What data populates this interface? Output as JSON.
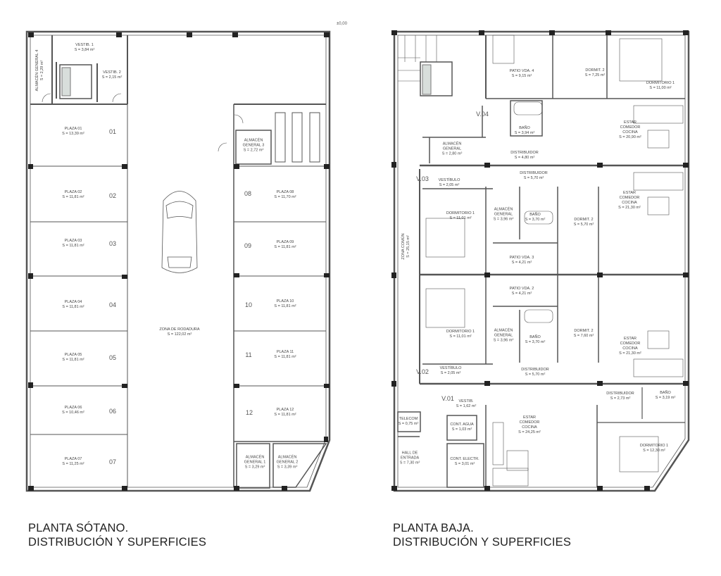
{
  "level_mark": "±0,00",
  "basement": {
    "title_line1": "PLANTA SÓTANO.",
    "title_line2": "DISTRIBUCIÓN Y SUPERFICIES",
    "rooms": {
      "almacen4": {
        "name": "ALMACÉN GENERAL 4",
        "area": "S = 2,29 m²"
      },
      "vestib1": {
        "name": "VESTIB. 1",
        "area": "S = 3,84 m²"
      },
      "vestib2": {
        "name": "VESTIB. 2",
        "area": "S = 2,15 m²"
      },
      "almacen3": {
        "name": "ALMACÉN GENERAL 3",
        "area": "S = 2,72 m²"
      },
      "almacen1": {
        "name": "ALMACÉN GENERAL 1",
        "area": "S = 3,29 m²"
      },
      "almacen2": {
        "name": "ALMACÉN GENERAL 2",
        "area": "S = 3,39 m²"
      },
      "rodadura": {
        "name": "ZONA DE RODADURA",
        "area": "S = 122,02 m²"
      }
    },
    "plazas": [
      {
        "num": "01",
        "name": "PLAZA 01",
        "area": "S = 13,39 m²"
      },
      {
        "num": "02",
        "name": "PLAZA 02",
        "area": "S = 11,81 m²"
      },
      {
        "num": "03",
        "name": "PLAZA 03",
        "area": "S = 11,81 m²"
      },
      {
        "num": "04",
        "name": "PLAZA 04",
        "area": "S = 11,81 m²"
      },
      {
        "num": "05",
        "name": "PLAZA 05",
        "area": "S = 11,81 m²"
      },
      {
        "num": "06",
        "name": "PLAZA 06",
        "area": "S = 10,46 m²"
      },
      {
        "num": "07",
        "name": "PLAZA 07",
        "area": "S = 11,25 m²"
      },
      {
        "num": "08",
        "name": "PLAZA 08",
        "area": "S = 11,70 m²"
      },
      {
        "num": "09",
        "name": "PLAZA 09",
        "area": "S = 11,81 m²"
      },
      {
        "num": "10",
        "name": "PLAZA 10",
        "area": "S = 11,81 m²"
      },
      {
        "num": "11",
        "name": "PLAZA 11",
        "area": "S = 11,81 m²"
      },
      {
        "num": "12",
        "name": "PLAZA 12",
        "area": "S = 11,81 m²"
      }
    ]
  },
  "ground": {
    "title_line1": "PLANTA BAJA.",
    "title_line2": "DISTRIBUCIÓN Y SUPERFICIES",
    "tags": {
      "v04": "V.04",
      "v03": "V.03",
      "v02": "V.02",
      "v01": "V.01"
    },
    "v4": {
      "patio": {
        "name": "PATIO VDA. 4",
        "area": "S = 9,15 m²"
      },
      "dormit2": {
        "name": "DORMIT. 2",
        "area": "S = 7,25 m²"
      },
      "dormit1": {
        "name": "DORMITORIO 1",
        "area": "S = 11,00 m²"
      },
      "bano": {
        "name": "BAÑO",
        "area": "S = 3,94 m²"
      },
      "estar": {
        "l1": "ESTAR",
        "l2": "COMEDOR",
        "l3": "COCINA",
        "area": "S = 20,90 m²"
      },
      "almacen": {
        "l1": "ALMACÉN",
        "l2": "GENERAL",
        "area": "S = 2,80 m²"
      },
      "distribuidor": {
        "name": "DISTRIBUIDOR",
        "area": "S = 4,80 m²"
      }
    },
    "v3": {
      "vestibulo": {
        "name": "VESTÍBULO",
        "area": "S = 2,05 m²"
      },
      "distribuidor": {
        "name": "DISTRIBUIDOR",
        "area": "S = 5,70 m²"
      },
      "dormit1": {
        "name": "DORMITORIO 1",
        "area": "S = 11,01 m²"
      },
      "almacen": {
        "l1": "ALMACÉN",
        "l2": "GENERAL",
        "area": "S = 3,96 m²"
      },
      "bano": {
        "name": "BAÑO",
        "area": "S = 3,70 m²"
      },
      "dormit2": {
        "name": "DORMIT. 2",
        "area": "S = 5,70 m²"
      },
      "estar": {
        "l1": "ESTAR",
        "l2": "COMEDOR",
        "l3": "COCINA",
        "area": "S = 21,30 m²"
      },
      "patio": {
        "name": "PATIO VDA. 3",
        "area": "S = 4,21 m²"
      }
    },
    "zona_comun": {
      "name": "ZONA COMÚN",
      "area": "S = 25,15 m²"
    },
    "v2": {
      "patio": {
        "name": "PATIO VDA. 2",
        "area": "S = 4,21 m²"
      },
      "dormit1": {
        "name": "DORMITORIO 1",
        "area": "S = 11,01 m²"
      },
      "almacen": {
        "l1": "ALMACÉN",
        "l2": "GENERAL",
        "area": "S = 3,96 m²"
      },
      "bano": {
        "name": "BAÑO",
        "area": "S = 3,70 m²"
      },
      "dormit2": {
        "name": "DORMIT. 2",
        "area": "S = 7,60 m²"
      },
      "estar": {
        "l1": "ESTAR",
        "l2": "COMEDOR",
        "l3": "COCINA",
        "area": "S = 21,30 m²"
      },
      "vestibulo": {
        "name": "VESTÍBULO",
        "area": "S = 2,05 m²"
      },
      "distribuidor": {
        "name": "DISTRIBUIDOR",
        "area": "S = 5,70 m²"
      }
    },
    "v1": {
      "vestib": {
        "name": "VESTIB.",
        "area": "S = 1,62 m²"
      },
      "estar": {
        "l1": "ESTAR",
        "l2": "COMEDOR",
        "l3": "COCINA",
        "area": "S = 24,25 m²"
      },
      "distribuidor": {
        "name": "DISTRIBUIDOR",
        "area": "S = 2,73 m²"
      },
      "bano": {
        "name": "BAÑO",
        "area": "S = 3,19 m²"
      },
      "dormit1": {
        "name": "DORMITORIO 1",
        "area": "S = 12,30 m²"
      }
    },
    "common": {
      "telecom": {
        "name": "TELECOM",
        "area": "S = 0,75 m²"
      },
      "cont_agua": {
        "name": "CONT. AGUA",
        "area": "S = 1,03 m²"
      },
      "cont_elec": {
        "name": "CONT. ELECTR.",
        "area": "S = 3,01 m²"
      },
      "hall": {
        "l1": "HALL DE",
        "l2": "ENTRADA",
        "area": "S = 7,30 m²"
      }
    }
  }
}
